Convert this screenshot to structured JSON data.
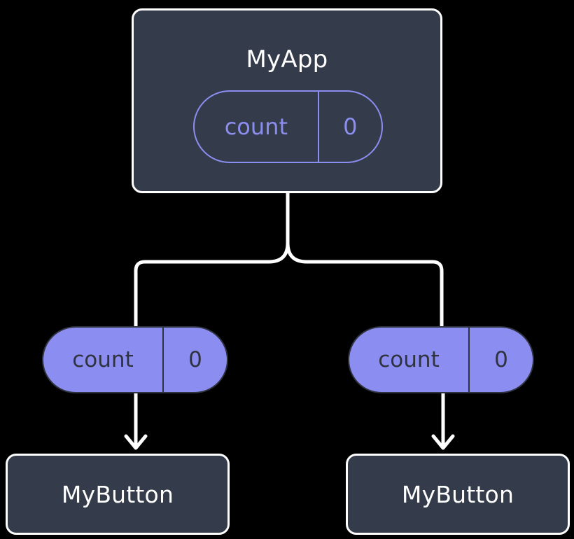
{
  "diagram": {
    "type": "component-state-propagation-tree",
    "background_color": "#000000",
    "palette": {
      "card_fill": "#343b4a",
      "card_border": "#ffffff",
      "card_text": "#ffffff",
      "accent_purple": "#8b8ef0",
      "pill_text_dark": "#2f3340",
      "connector": "#ffffff"
    },
    "root": {
      "name": "root-component",
      "title": "MyApp",
      "state": {
        "key": "count",
        "value": "0"
      }
    },
    "branches": [
      {
        "name": "branch-left",
        "pill": {
          "key": "count",
          "value": "0"
        },
        "child": {
          "name": "child-left",
          "title": "MyButton"
        }
      },
      {
        "name": "branch-right",
        "pill": {
          "key": "count",
          "value": "0"
        },
        "child": {
          "name": "child-right",
          "title": "MyButton"
        }
      }
    ]
  }
}
